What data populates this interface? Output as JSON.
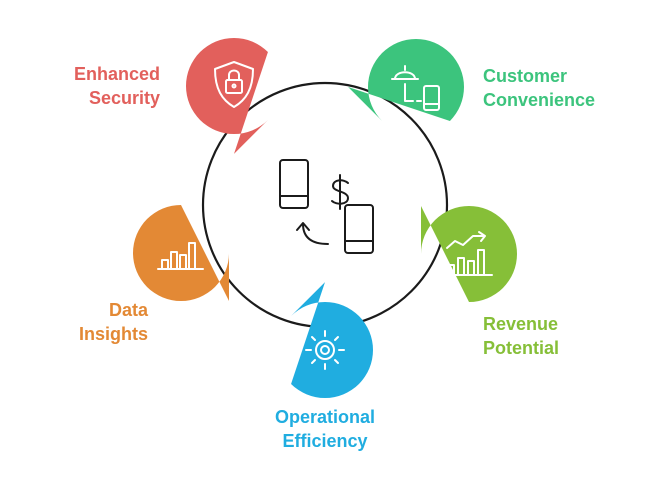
{
  "colors": {
    "security": "#e2605c",
    "convenience": "#3cc47d",
    "revenue": "#86bf38",
    "efficiency": "#20ade0",
    "insights": "#e38935",
    "outline": "#1b1b1b"
  },
  "center": {
    "icon": "phone-payment-transfer-icon"
  },
  "segments": [
    {
      "key": "security",
      "icon": "shield-lock-icon",
      "label_line1": "Enhanced",
      "label_line2": "Security"
    },
    {
      "key": "convenience",
      "icon": "service-bell-mobile-icon",
      "label_line1": "Customer",
      "label_line2": "Convenience"
    },
    {
      "key": "revenue",
      "icon": "growth-chart-icon",
      "label_line1": "Revenue",
      "label_line2": "Potential"
    },
    {
      "key": "efficiency",
      "icon": "gear-icon",
      "label_line1": "Operational",
      "label_line2": "Efficiency"
    },
    {
      "key": "insights",
      "icon": "bar-chart-icon",
      "label_line1": "Data",
      "label_line2": "Insights"
    }
  ]
}
